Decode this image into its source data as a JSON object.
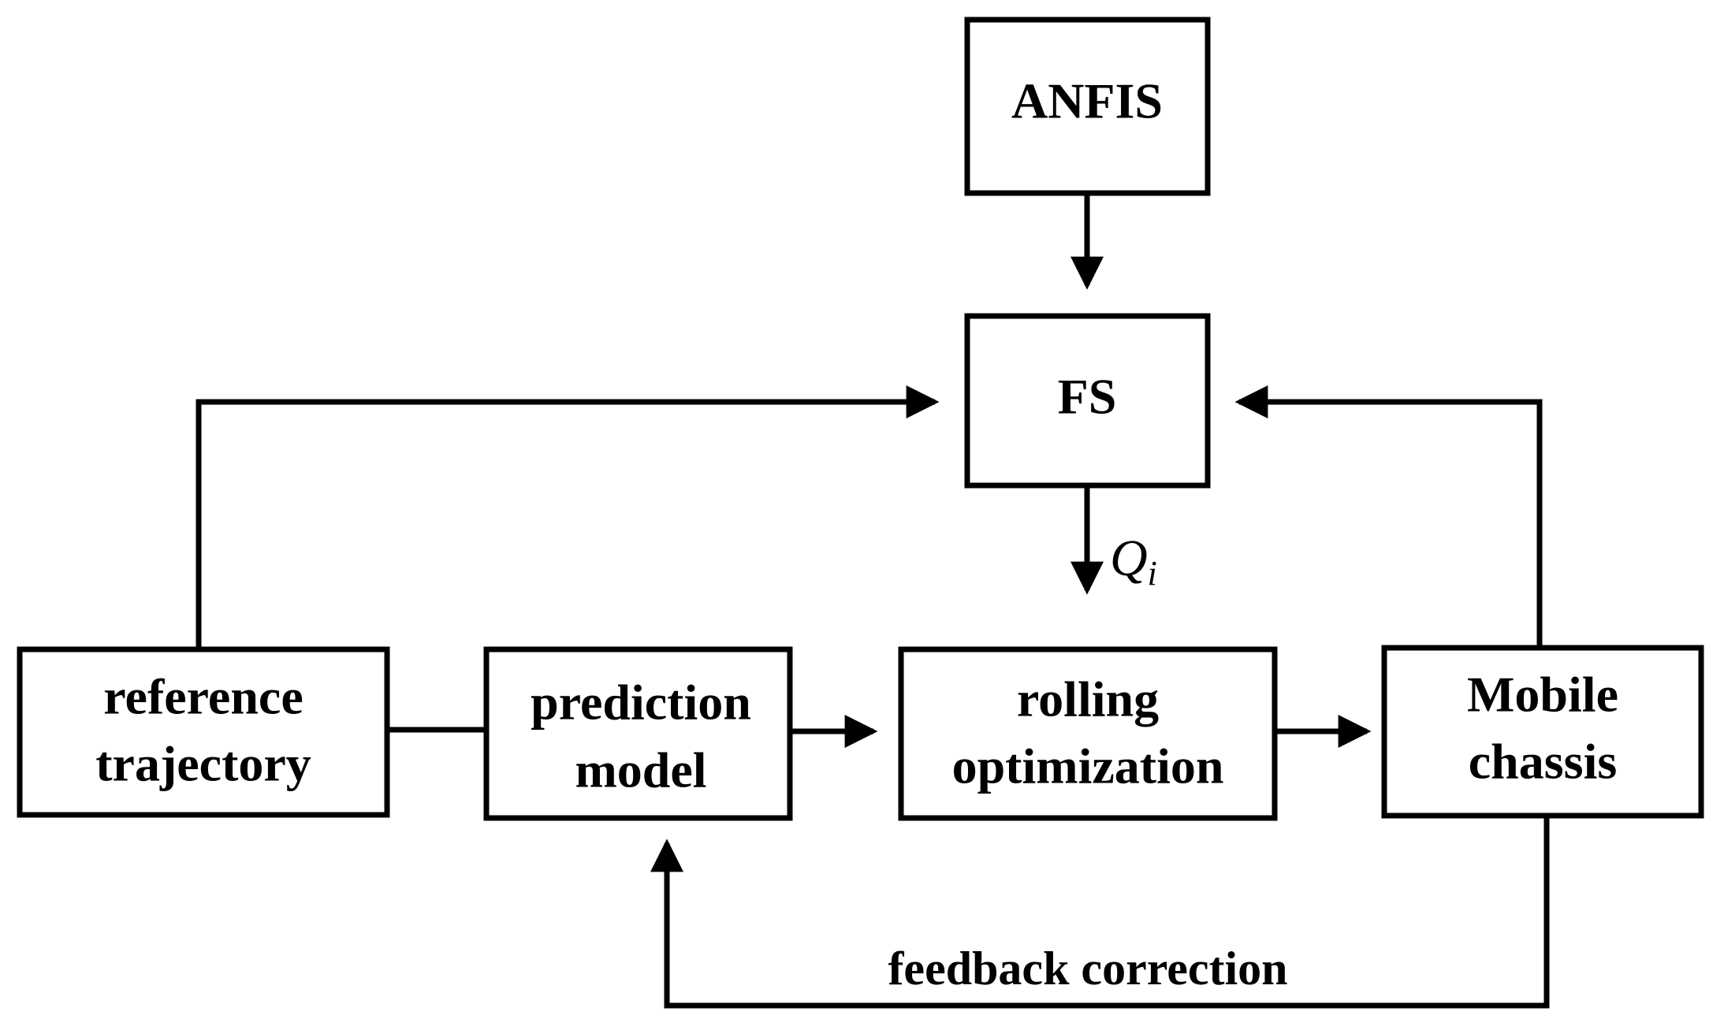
{
  "nodes": {
    "anfis": {
      "lines": [
        "ANFIS"
      ]
    },
    "fs": {
      "lines": [
        "FS"
      ]
    },
    "reference_trajectory": {
      "lines": [
        "reference",
        "trajectory"
      ]
    },
    "prediction_model": {
      "lines": [
        "prediction",
        "model"
      ]
    },
    "rolling_optimization": {
      "lines": [
        "rolling",
        "optimization"
      ]
    },
    "mobile_chassis": {
      "lines": [
        "Mobile",
        "chassis"
      ]
    }
  },
  "edges": {
    "fs_to_rolling": {
      "symbol": "Q",
      "subscript": "i"
    },
    "feedback": {
      "label": "feedback correction"
    }
  },
  "colors": {
    "stroke": "#000000",
    "background": "#ffffff"
  }
}
